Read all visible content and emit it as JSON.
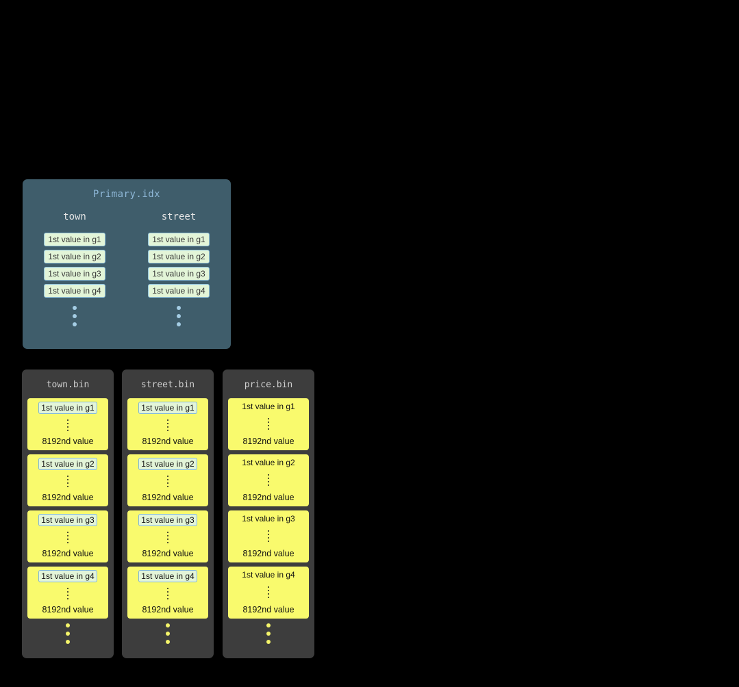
{
  "colors": {
    "background": "#000000",
    "primary_panel": "#3f5d6b",
    "primary_title_text": "#8fb8d8",
    "column_header_text": "#e4e4e4",
    "chip_background": "#e3f5d8",
    "chip_border": "#8fc3e0",
    "bin_panel": "#3d3d3d",
    "bin_title_text": "#cfcfcf",
    "granule_yellow": "#f9fa6d",
    "dot_blue": "#a4cde4",
    "dot_yellow": "#f5f56a"
  },
  "primary_index": {
    "title": "Primary.idx",
    "columns": [
      {
        "name": "town",
        "entries": [
          "1st value in g1",
          "1st value in g2",
          "1st value in g3",
          "1st value in g4"
        ]
      },
      {
        "name": "street",
        "entries": [
          "1st value in g1",
          "1st value in g2",
          "1st value in g3",
          "1st value in g4"
        ]
      }
    ]
  },
  "bin_files": [
    {
      "title": "town.bin",
      "granules": [
        {
          "first": "1st value in g1",
          "last": "8192nd value"
        },
        {
          "first": "1st value in g2",
          "last": "8192nd value"
        },
        {
          "first": "1st value in g3",
          "last": "8192nd value"
        },
        {
          "first": "1st value in g4",
          "last": "8192nd value"
        }
      ]
    },
    {
      "title": "street.bin",
      "granules": [
        {
          "first": "1st value in g1",
          "last": "8192nd value"
        },
        {
          "first": "1st value in g2",
          "last": "8192nd value"
        },
        {
          "first": "1st value in g3",
          "last": "8192nd value"
        },
        {
          "first": "1st value in g4",
          "last": "8192nd value"
        }
      ]
    },
    {
      "title": "price.bin",
      "granules": [
        {
          "first": "1st value in g1",
          "last": "8192nd value"
        },
        {
          "first": "1st value in g2",
          "last": "8192nd value"
        },
        {
          "first": "1st value in g3",
          "last": "8192nd value"
        },
        {
          "first": "1st value in g4",
          "last": "8192nd value"
        }
      ]
    }
  ]
}
